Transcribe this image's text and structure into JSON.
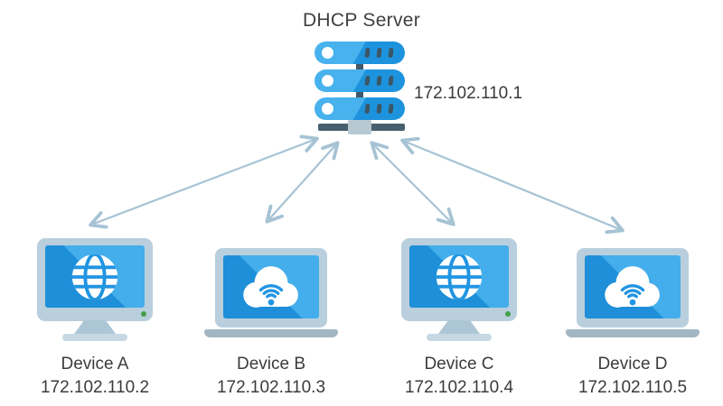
{
  "server": {
    "label": "DHCP Server",
    "ip": "172.102.110.1",
    "icon": "server-rack-icon"
  },
  "devices": [
    {
      "label": "Device A",
      "ip": "172.102.110.2",
      "icon": "desktop-globe-icon"
    },
    {
      "label": "Device B",
      "ip": "172.102.110.3",
      "icon": "laptop-cloud-wifi-icon"
    },
    {
      "label": "Device C",
      "ip": "172.102.110.4",
      "icon": "desktop-globe-icon"
    },
    {
      "label": "Device D",
      "ip": "172.102.110.5",
      "icon": "laptop-cloud-wifi-icon"
    }
  ],
  "colors": {
    "accent_blue": "#2095e2",
    "accent_blue_light": "#47b2ee",
    "device_frame": "#b9cfdd",
    "dark_slate": "#3b5766",
    "arrow": "#a6c3d4",
    "power_led_green": "#43a047",
    "text": "#3d3d3d",
    "background": "#ffffff"
  }
}
